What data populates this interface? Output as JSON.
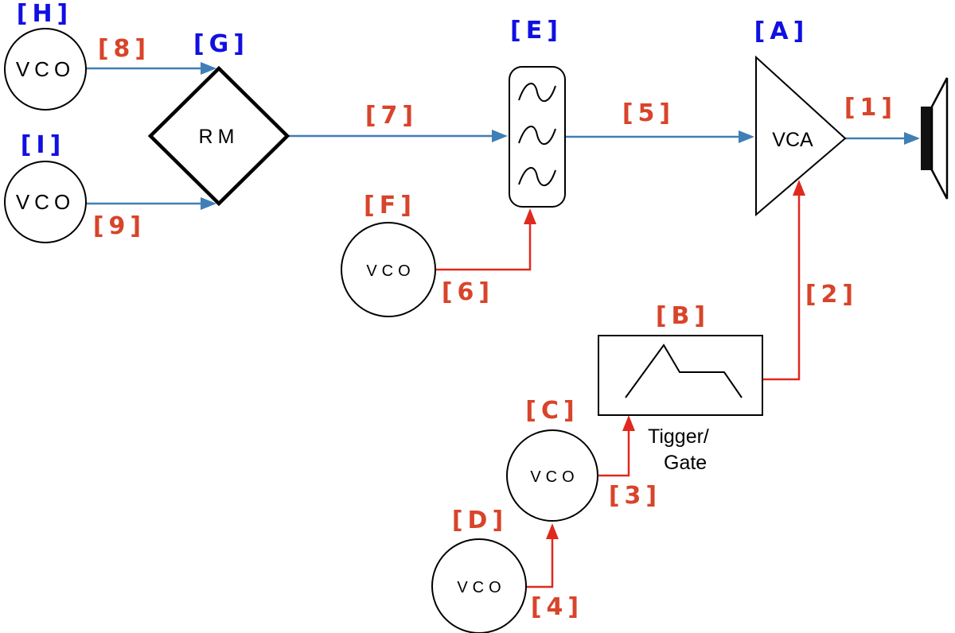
{
  "modules": {
    "A": {
      "tag": "[A]",
      "name": "VCA"
    },
    "B": {
      "tag": "[B]",
      "caption_line1": "Tigger/",
      "caption_line2": "Gate"
    },
    "C": {
      "tag": "[C]",
      "name": "VCO"
    },
    "D": {
      "tag": "[D]",
      "name": "VCO"
    },
    "E": {
      "tag": "[E]"
    },
    "F": {
      "tag": "[F]",
      "name": "VCO"
    },
    "G": {
      "tag": "[G]",
      "name": "RM"
    },
    "H": {
      "tag": "[H]",
      "name": "VCO"
    },
    "I": {
      "tag": "[I]",
      "name": "VCO"
    }
  },
  "connections": {
    "c1": "[1]",
    "c2": "[2]",
    "c3": "[3]",
    "c4": "[4]",
    "c5": "[5]",
    "c6": "[6]",
    "c7": "[7]",
    "c8": "[8]",
    "c9": "[9]"
  },
  "colors": {
    "module_label": "#1010e0",
    "connection_label": "#d8442a",
    "audio_wire": "#3f7fb6",
    "control_wire": "#e0291e"
  }
}
